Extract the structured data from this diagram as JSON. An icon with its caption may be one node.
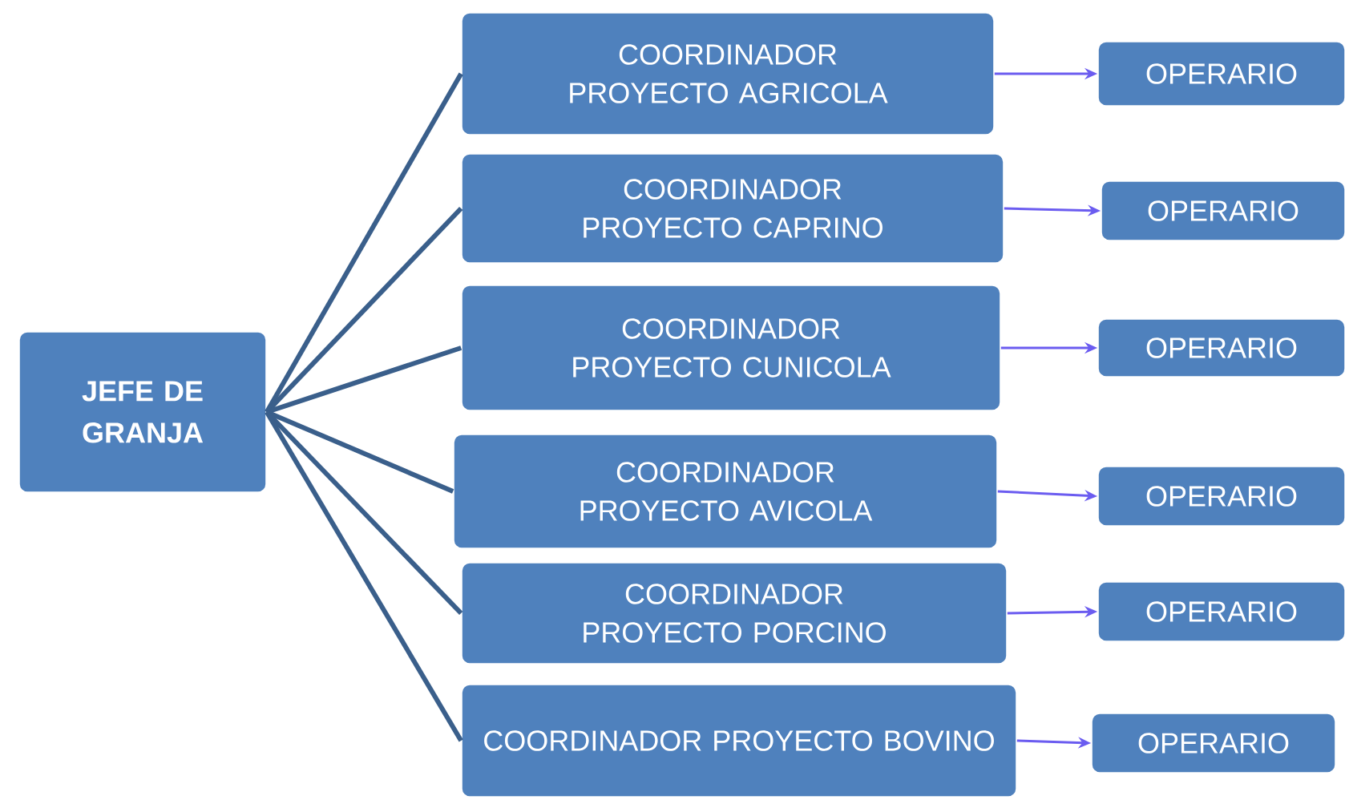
{
  "diagram": {
    "nodes": [
      {
        "text": [
          "JEFE DE GRANJA"
        ]
      },
      {
        "text": [
          "COORDINADOR PROYECTO AGRICOLA"
        ]
      },
      {
        "text": [
          "COORDINADOR PROYECTO CAPRINO"
        ]
      },
      {
        "text": [
          "COORDINADOR PROYECTO CUNICOLA"
        ]
      },
      {
        "text": [
          "COORDINADOR PROYECTO AVICOLA"
        ]
      },
      {
        "text": [
          "COORDINADOR PROYECTO PORCINO"
        ]
      },
      {
        "text": [
          "COORDINADOR PROYECTO BOVINO"
        ]
      },
      {
        "text": [
          "OPERARIO"
        ]
      },
      {
        "text": [
          "OPERARIO"
        ]
      },
      {
        "text": [
          "OPERARIO"
        ]
      },
      {
        "text": [
          "OPERARIO"
        ]
      },
      {
        "text": [
          "OPERARIO"
        ]
      },
      {
        "text": [
          "OPERARIO"
        ]
      }
    ],
    "edges": [
      {
        "from": 0,
        "to": 1,
        "arrow": "none",
        "style": "thick"
      },
      {
        "from": 0,
        "to": 2,
        "arrow": "none",
        "style": "thick"
      },
      {
        "from": 0,
        "to": 3,
        "arrow": "none",
        "style": "thick"
      },
      {
        "from": 0,
        "to": 4,
        "arrow": "none",
        "style": "thick"
      },
      {
        "from": 0,
        "to": 5,
        "arrow": "none",
        "style": "thick"
      },
      {
        "from": 0,
        "to": 6,
        "arrow": "none",
        "style": "thick"
      },
      {
        "from": 1,
        "to": 7,
        "arrow": "to",
        "color": "#6b5cf0"
      },
      {
        "from": 2,
        "to": 8,
        "arrow": "to",
        "color": "#6b5cf0"
      },
      {
        "from": 3,
        "to": 9,
        "arrow": "to",
        "color": "#6b5cf0"
      },
      {
        "from": 4,
        "to": 10,
        "arrow": "to",
        "color": "#6b5cf0"
      },
      {
        "from": 5,
        "to": 11,
        "arrow": "to",
        "color": "#6b5cf0"
      },
      {
        "from": 6,
        "to": 12,
        "arrow": "to",
        "color": "#6b5cf0"
      }
    ]
  }
}
